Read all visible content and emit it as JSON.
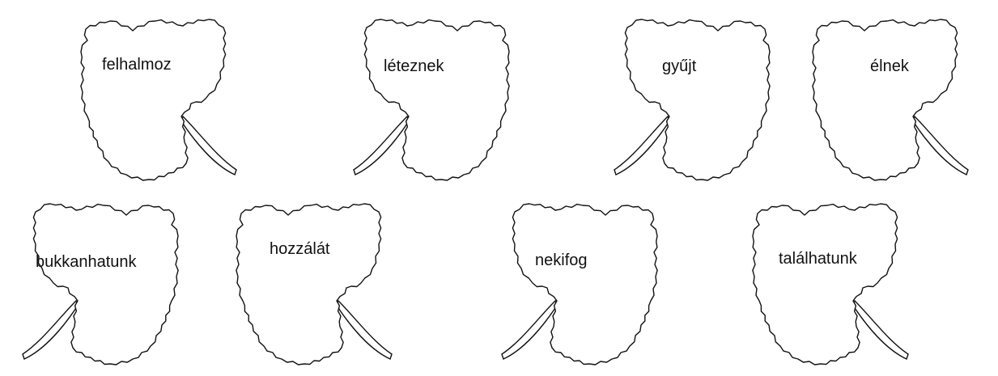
{
  "leaves": [
    {
      "word": "felhalmoz"
    },
    {
      "word": "léteznek"
    },
    {
      "word": "gyűjt"
    },
    {
      "word": "élnek"
    },
    {
      "word": "bukkanhatunk"
    },
    {
      "word": "hozzálát"
    },
    {
      "word": "nekifog"
    },
    {
      "word": "találhatunk"
    }
  ],
  "colors": {
    "outline": "#111111",
    "background": "#ffffff"
  }
}
